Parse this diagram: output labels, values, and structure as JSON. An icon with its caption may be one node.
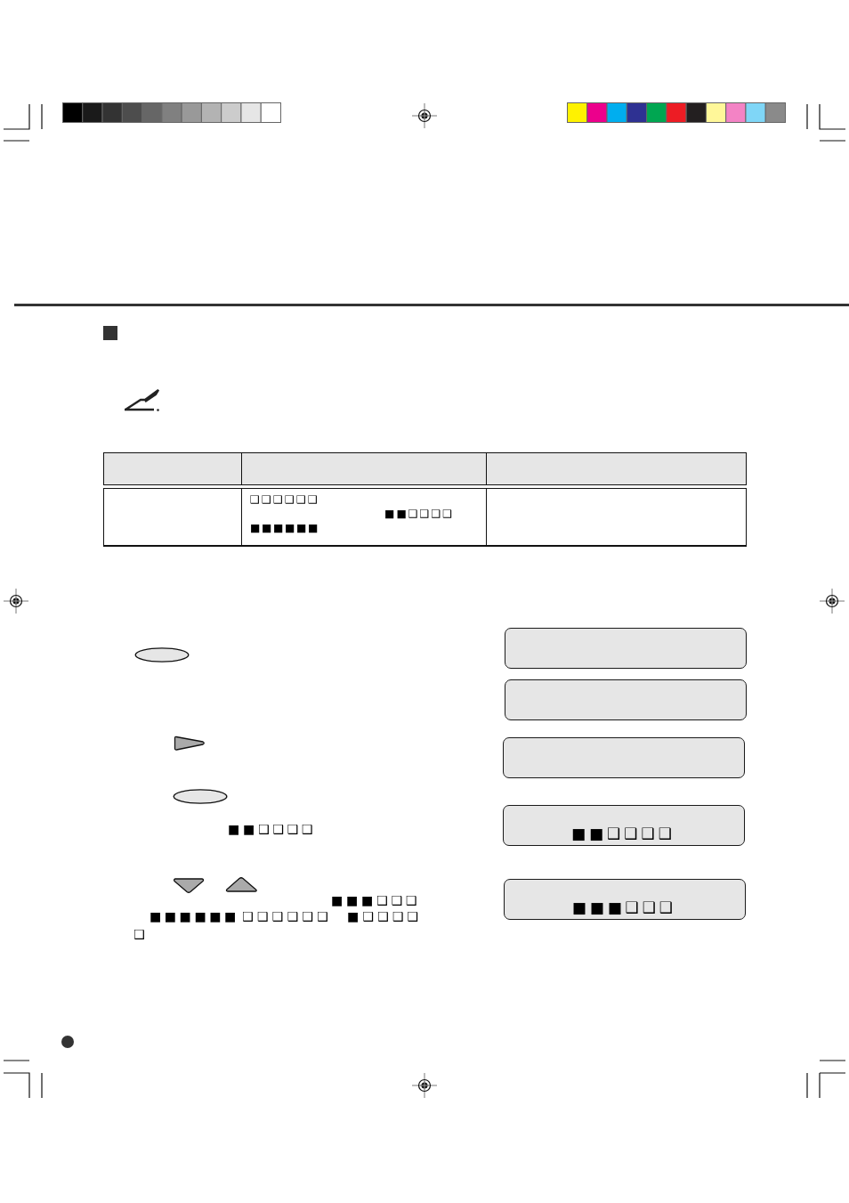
{
  "diagram": {
    "nodes": [
      {
        "text": [],
        "shape": "box"
      },
      {
        "text": [],
        "shape": "box"
      },
      {
        "text": [],
        "shape": "box"
      },
      {
        "text": [
          "■■❑❑❑❑"
        ]
      },
      {
        "text": [
          "■■■❑❑❑"
        ]
      }
    ],
    "labels": [
      "❑❑❑❑❑❑",
      "■■❑❑❑❑",
      "■■■■■■",
      "■■❑❑❑❑",
      "■■■❑❑❑",
      "■■■■■■",
      "❑❑❑❑❑❑",
      "■❑❑❑❑",
      "❑"
    ]
  }
}
